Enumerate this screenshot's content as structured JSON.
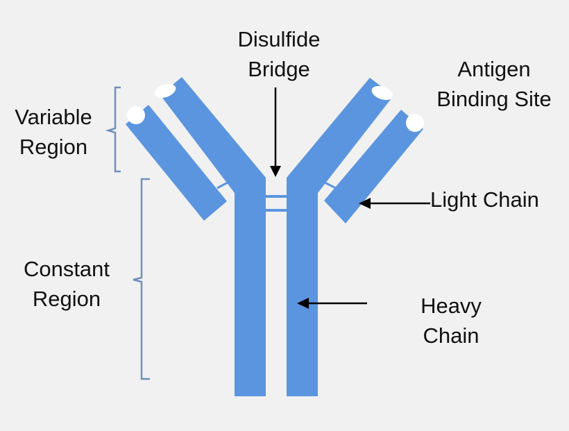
{
  "labels": {
    "disulfide_bridge": [
      "Disulfide",
      "Bridge"
    ],
    "antigen_binding_site": [
      "Antigen",
      "Binding Site"
    ],
    "variable_region": [
      "Variable",
      "Region"
    ],
    "constant_region": [
      "Constant",
      "Region"
    ],
    "light_chain": "Light Chain",
    "heavy_chain": [
      "Heavy",
      "Chain"
    ]
  },
  "colors": {
    "background": "#f1f1f1",
    "chain_blue": "#5b95df",
    "bracket_blue": "#6f8fbf",
    "binding_site": "#ffffff",
    "arrow": "#000000",
    "text": "#111111"
  }
}
